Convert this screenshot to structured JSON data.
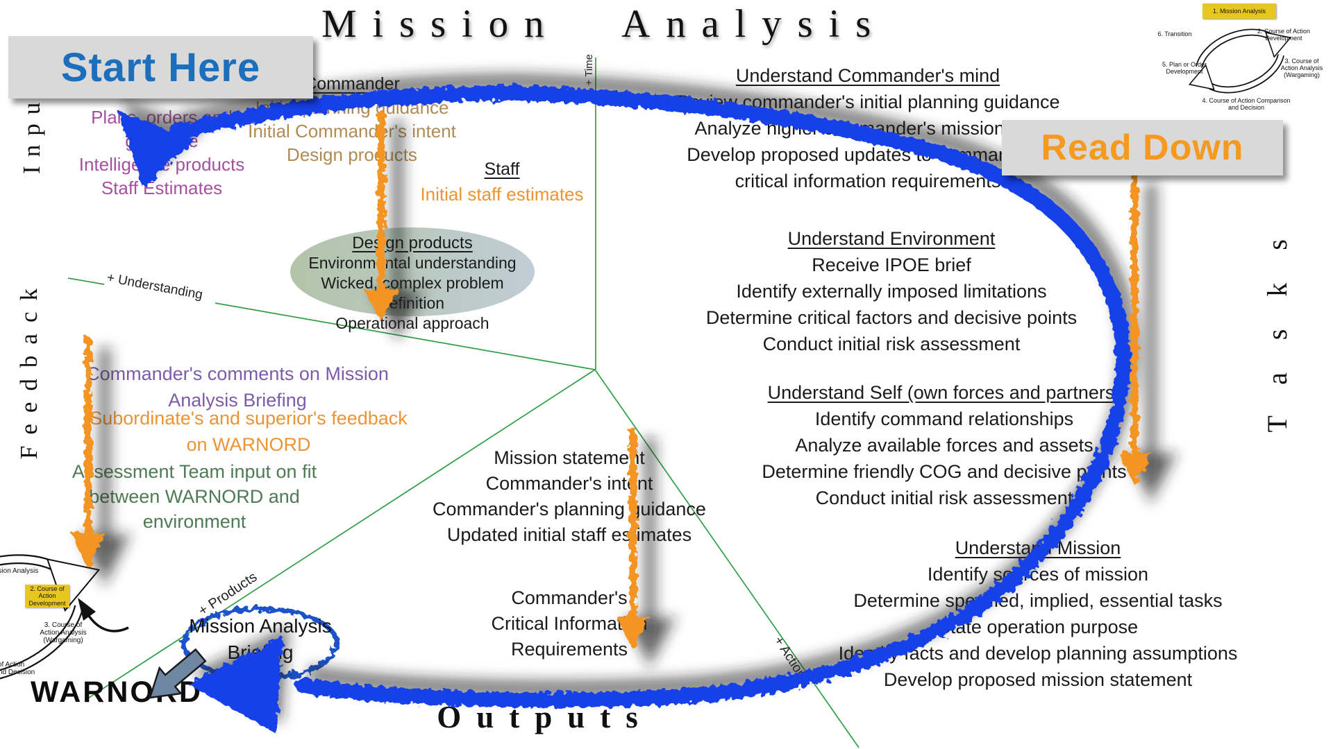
{
  "title": "Mission Analysis",
  "labels": {
    "start_here": "Start Here",
    "read_down": "Read Down",
    "axis_input": "Input",
    "axis_feedback": "Feedback",
    "axis_tasks": "Tasks",
    "axis_outputs": "Outputs",
    "plus_time": "+ Time",
    "plus_understanding": "+ Understanding",
    "plus_products": "+ Products",
    "plus_action": "+ Action",
    "warnord": "WARNORD"
  },
  "inputs": {
    "lines": [
      "Plans, orders and",
      "guidance",
      "Intelligence products",
      "Staff Estimates"
    ]
  },
  "commander": {
    "heading": "Commander",
    "lines": [
      "Initial planning guidance",
      "Initial Commander's intent",
      "Design products"
    ]
  },
  "staff": {
    "heading": "Staff",
    "line": "Initial staff estimates"
  },
  "design_products": {
    "heading": "Design products",
    "lines": [
      "Environmental understanding",
      "Wicked, complex problem definition",
      "Operational approach"
    ]
  },
  "feedback": {
    "comments": "Commander's comments on Mission Analysis Briefing",
    "warnord_feedback": "Subordinate's and superior's feedback on WARNORD",
    "assessment_line1": "Assessment Team input on fit",
    "assessment_line2": "between WARNORD and environment"
  },
  "tasks": {
    "sections": [
      {
        "title": "Understand Commander's mind",
        "lines": [
          "Review commander's initial planning guidance",
          "Analyze higher commander's mission and",
          "Develop proposed updates to commander's",
          "critical information requirements"
        ]
      },
      {
        "title": "Understand Environment",
        "lines": [
          "Receive IPOE brief",
          "Identify externally imposed limitations",
          "Determine critical factors and decisive points",
          "Conduct initial risk assessment"
        ]
      },
      {
        "title": "Understand Self (own forces and partners)",
        "lines": [
          "Identify command relationships",
          "Analyze available forces and assets",
          "Determine friendly COG and decisive points",
          "Conduct initial risk assessment"
        ]
      },
      {
        "title": "Understand Mission",
        "lines": [
          "Identify sources of mission",
          "Determine specified, implied, essential tasks",
          "State operation purpose",
          "Identify facts and develop planning assumptions",
          "Develop proposed mission statement"
        ]
      }
    ]
  },
  "outputs_center": {
    "lines": [
      "Mission statement",
      "Commander's intent",
      "Commander's planning guidance",
      "Updated initial staff estimates"
    ],
    "ccir_line1": "Commander's",
    "ccir_line2": "Critical Information Requirements"
  },
  "briefing": {
    "line1": "Mission Analysis",
    "line2": "Briefing"
  },
  "cycle": {
    "steps": [
      "1. Mission Analysis",
      "2. Course of Action Development",
      "3. Course of Action Analysis (Wargaming)",
      "4. Course of Action Comparison and Decision",
      "5. Plan or Order Development",
      "6. Transition"
    ]
  },
  "colors": {
    "crayon_blue": "#1540e8",
    "ellipse_blue": "#1a52cc",
    "start_here_blue": "#1c6fbd",
    "accent_orange": "#f49420",
    "tan_text": "#b08c55",
    "purple_input": "#a6519f",
    "purple_feedback": "#7b5ca8",
    "green_text": "#4e7a55",
    "green_line": "#2f9e44",
    "yellow_highlight": "#e7c71f",
    "steel_arrow": "#6f87a3",
    "label_box_gray": "#d9d9d9"
  }
}
